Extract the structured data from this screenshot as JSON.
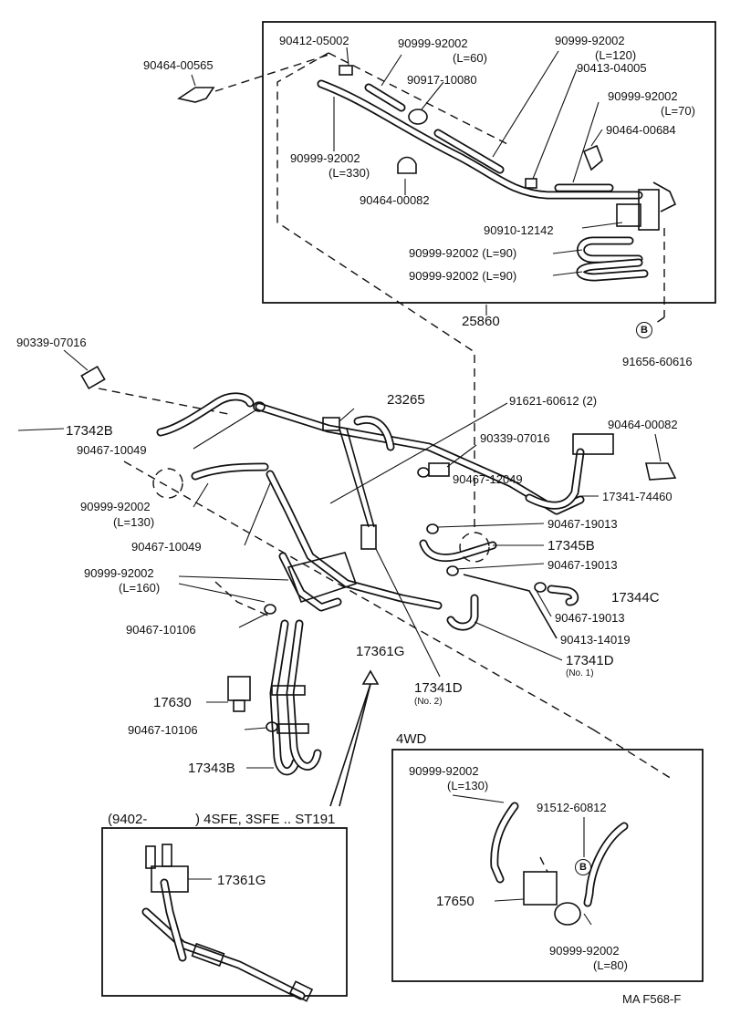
{
  "labels": {
    "p90412_05002": "90412-05002",
    "p90999_92002_l60": "90999-92002",
    "l60": "(L=60)",
    "p90999_92002_l120": "90999-92002",
    "l120": "(L=120)",
    "p90464_00565": "90464-00565",
    "p90917_10080": "90917-10080",
    "p90413_04005": "90413-04005",
    "p90999_92002_l70": "90999-92002",
    "l70": "(L=70)",
    "p90464_00684": "90464-00684",
    "p90999_92002_l330": "90999-92002",
    "l330": "(L=330)",
    "p90464_00082_top": "90464-00082",
    "p90910_12142": "90910-12142",
    "p90999_92002_l90a": "90999-92002 (L=90)",
    "p90999_92002_l90b": "90999-92002 (L=90)",
    "p25860": "25860",
    "p90339_07016_left": "90339-07016",
    "p91656_60616": "91656-60616",
    "p23265": "23265",
    "p91621_60612": "91621-60612 (2)",
    "p17342b": "17342B",
    "p90467_10049_a": "90467-10049",
    "p90339_07016_mid": "90339-07016",
    "p90464_00082_right": "90464-00082",
    "p90467_12049": "90467-12049",
    "p17341_74460": "17341-74460",
    "p90999_92002_l130": "90999-92002",
    "l130": "(L=130)",
    "p90467_19013_a": "90467-19013",
    "p90467_10049_b": "90467-10049",
    "p17345b": "17345B",
    "p90467_19013_b": "90467-19013",
    "p90999_92002_l160": "90999-92002",
    "l160": "(L=160)",
    "p17344c": "17344C",
    "p90467_19013_c": "90467-19013",
    "p90467_10106_a": "90467-10106",
    "p90413_14019": "90413-14019",
    "p17361g": "17361G",
    "p17341d_no1": "17341D",
    "no1": "(No. 1)",
    "p17630": "17630",
    "p17341d_no2": "17341D",
    "no2": "(No. 2)",
    "p90467_10106_b": "90467-10106",
    "p17343b": "17343B",
    "wd4": "4WD",
    "p90999_92002_4wd_l130": "90999-92002",
    "l130_4wd": "(L=130)",
    "p91512_60812": "91512-60812",
    "p17650": "17650",
    "p90999_92002_l80": "90999-92002",
    "l80": "(L=80)",
    "inset_title_left": "(9402-",
    "inset_title_right": ") 4SFE, 3SFE .. ST191",
    "p17361g_inset": "17361G",
    "diagram_code": "MA F568-F"
  },
  "callouts": {
    "b_top": "B",
    "b_4wd": "B"
  }
}
